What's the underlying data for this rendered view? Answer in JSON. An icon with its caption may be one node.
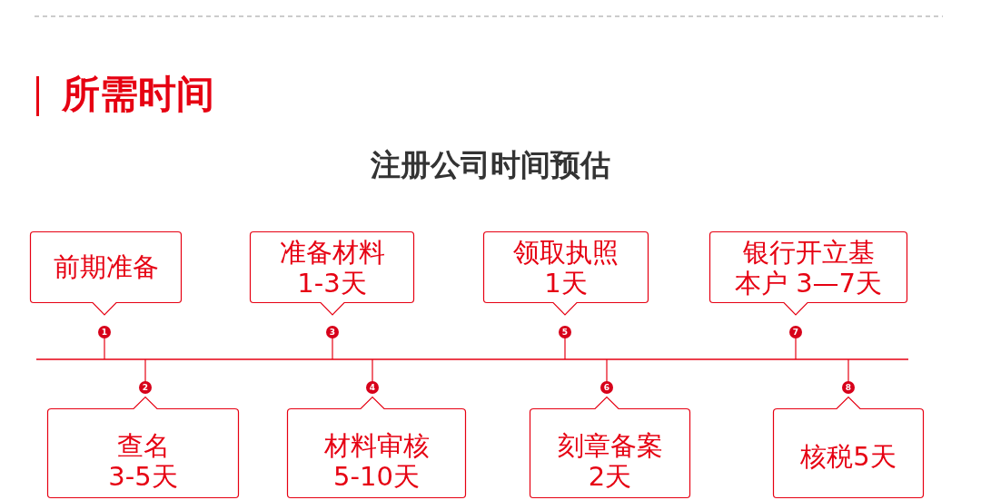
{
  "diagram": {
    "title": "所需时间",
    "nodes": [
      {
        "text": [
          "前期准备"
        ]
      },
      {
        "text": [
          "查名3-5天"
        ]
      },
      {
        "text": [
          "准备材料1-3天"
        ]
      },
      {
        "text": [
          "材料审核5-10天"
        ]
      },
      {
        "text": [
          "领取执照1天"
        ]
      },
      {
        "text": [
          "刻章备案2天"
        ]
      },
      {
        "text": [
          "银行开立基本户 3—7天"
        ]
      },
      {
        "text": [
          "核税5天"
        ]
      }
    ],
    "labels": [
      "注册公司时间预估",
      "1",
      "2",
      "3",
      "4",
      "5",
      "6",
      "7",
      "8"
    ]
  }
}
